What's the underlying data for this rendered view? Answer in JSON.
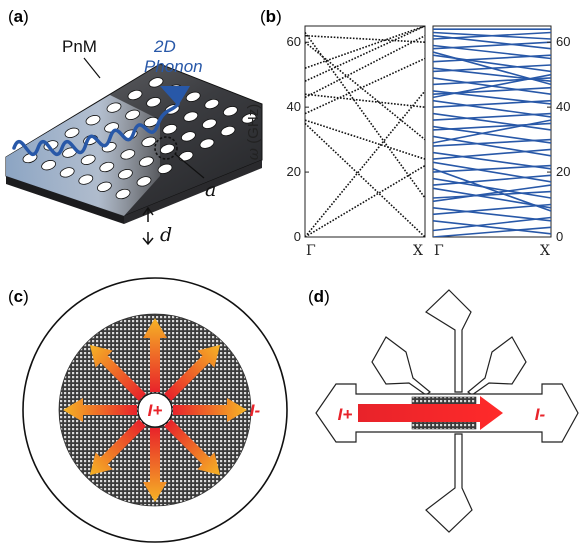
{
  "panels": {
    "a": {
      "label_open": "(",
      "letter": "a",
      "label_close": ")",
      "pnm_label": "PnM",
      "phonon_label_line1": "2D",
      "phonon_label_line2": "Phonon",
      "a_label": "a",
      "d_label": "d"
    },
    "b": {
      "label_open": "(",
      "letter": "b",
      "label_close": ")",
      "ylabel_symbol": "ω",
      "ylabel_unit": " (GHz)",
      "xtick_left": "Γ",
      "xtick_right": "X"
    },
    "c": {
      "label_open": "(",
      "letter": "c",
      "label_close": ")",
      "center_label": "I+",
      "edge_label": "I-"
    },
    "d": {
      "label_open": "(",
      "letter": "d",
      "label_close": ")",
      "left_label": "I+",
      "right_label": "I-"
    }
  },
  "colors": {
    "accent_blue": "#2858a8",
    "current_red": "#e8232a",
    "arrow_orange": "#f5a623",
    "mesh_dark": "#3a3a3a"
  },
  "chart_data": [
    {
      "type": "line",
      "panel": "b-left",
      "style": "dotted black dispersion bands",
      "ylabel": "ω (GHz)",
      "ylim": [
        0,
        65
      ],
      "yticks": [
        0,
        20,
        40,
        60
      ],
      "xticks": [
        "Γ",
        "X"
      ],
      "series": [
        {
          "x": [
            0,
            1
          ],
          "values": [
            0,
            22
          ]
        },
        {
          "x": [
            0,
            1
          ],
          "values": [
            0,
            45
          ]
        },
        {
          "x": [
            0,
            1
          ],
          "values": [
            35,
            0
          ]
        },
        {
          "x": [
            0,
            1
          ],
          "values": [
            36,
            24
          ]
        },
        {
          "x": [
            0,
            1
          ],
          "values": [
            63,
            12
          ]
        },
        {
          "x": [
            0,
            1
          ],
          "values": [
            62,
            60
          ]
        },
        {
          "x": [
            0,
            1
          ],
          "values": [
            48,
            65
          ]
        },
        {
          "x": [
            0,
            1
          ],
          "values": [
            43,
            62
          ]
        },
        {
          "x": [
            0,
            1
          ],
          "values": [
            44,
            40
          ]
        },
        {
          "x": [
            0,
            1
          ],
          "values": [
            60,
            30
          ]
        },
        {
          "x": [
            0,
            1
          ],
          "values": [
            52,
            65
          ]
        },
        {
          "x": [
            0,
            1
          ],
          "values": [
            38,
            55
          ]
        }
      ]
    },
    {
      "type": "line",
      "panel": "b-right",
      "style": "dense blue dispersion bands",
      "ylim": [
        0,
        65
      ],
      "yticks": [
        0,
        20,
        40,
        60
      ],
      "xticks": [
        "Γ",
        "X"
      ],
      "series": [
        {
          "x": [
            0,
            1
          ],
          "values": [
            0,
            3
          ]
        },
        {
          "x": [
            0,
            1
          ],
          "values": [
            2,
            6
          ]
        },
        {
          "x": [
            0,
            1
          ],
          "values": [
            5,
            1
          ]
        },
        {
          "x": [
            0,
            1
          ],
          "values": [
            7,
            10
          ]
        },
        {
          "x": [
            0,
            1
          ],
          "values": [
            9,
            5
          ]
        },
        {
          "x": [
            0,
            1
          ],
          "values": [
            12,
            14
          ]
        },
        {
          "x": [
            0,
            1
          ],
          "values": [
            15,
            9
          ]
        },
        {
          "x": [
            0,
            1
          ],
          "values": [
            16,
            19
          ]
        },
        {
          "x": [
            0,
            1
          ],
          "values": [
            18,
            12
          ]
        },
        {
          "x": [
            0,
            1
          ],
          "values": [
            20,
            22
          ]
        },
        {
          "x": [
            0,
            1
          ],
          "values": [
            23,
            17
          ]
        },
        {
          "x": [
            0,
            1
          ],
          "values": [
            24,
            27
          ]
        },
        {
          "x": [
            0,
            1
          ],
          "values": [
            26,
            21
          ]
        },
        {
          "x": [
            0,
            1
          ],
          "values": [
            28,
            30
          ]
        },
        {
          "x": [
            0,
            1
          ],
          "values": [
            31,
            25
          ]
        },
        {
          "x": [
            0,
            1
          ],
          "values": [
            33,
            35
          ]
        },
        {
          "x": [
            0,
            1
          ],
          "values": [
            34,
            29
          ]
        },
        {
          "x": [
            0,
            1
          ],
          "values": [
            36,
            38
          ]
        },
        {
          "x": [
            0,
            1
          ],
          "values": [
            38,
            33
          ]
        },
        {
          "x": [
            0,
            1
          ],
          "values": [
            40,
            42
          ]
        },
        {
          "x": [
            0,
            1
          ],
          "values": [
            42,
            37
          ]
        },
        {
          "x": [
            0,
            1
          ],
          "values": [
            44,
            46
          ]
        },
        {
          "x": [
            0,
            1
          ],
          "values": [
            45,
            41
          ]
        },
        {
          "x": [
            0,
            1
          ],
          "values": [
            47,
            49
          ]
        },
        {
          "x": [
            0,
            1
          ],
          "values": [
            49,
            44
          ]
        },
        {
          "x": [
            0,
            1
          ],
          "values": [
            51,
            53
          ]
        },
        {
          "x": [
            0,
            1
          ],
          "values": [
            52,
            48
          ]
        },
        {
          "x": [
            0,
            1
          ],
          "values": [
            54,
            56
          ]
        },
        {
          "x": [
            0,
            1
          ],
          "values": [
            56,
            51
          ]
        },
        {
          "x": [
            0,
            1
          ],
          "values": [
            58,
            60
          ]
        },
        {
          "x": [
            0,
            1
          ],
          "values": [
            59,
            55
          ]
        },
        {
          "x": [
            0,
            1
          ],
          "values": [
            61,
            63
          ]
        },
        {
          "x": [
            0,
            1
          ],
          "values": [
            62,
            58
          ]
        },
        {
          "x": [
            0,
            1
          ],
          "values": [
            64,
            64
          ]
        },
        {
          "x": [
            0,
            1
          ],
          "values": [
            63,
            61
          ]
        },
        {
          "x": [
            0,
            1
          ],
          "values": [
            11,
            16
          ]
        },
        {
          "x": [
            0,
            1
          ],
          "values": [
            29,
            36
          ]
        },
        {
          "x": [
            0,
            1
          ],
          "values": [
            43,
            50
          ]
        },
        {
          "x": [
            0,
            1
          ],
          "values": [
            57,
            47
          ]
        },
        {
          "x": [
            0,
            1
          ],
          "values": [
            21,
            8
          ]
        }
      ]
    }
  ]
}
